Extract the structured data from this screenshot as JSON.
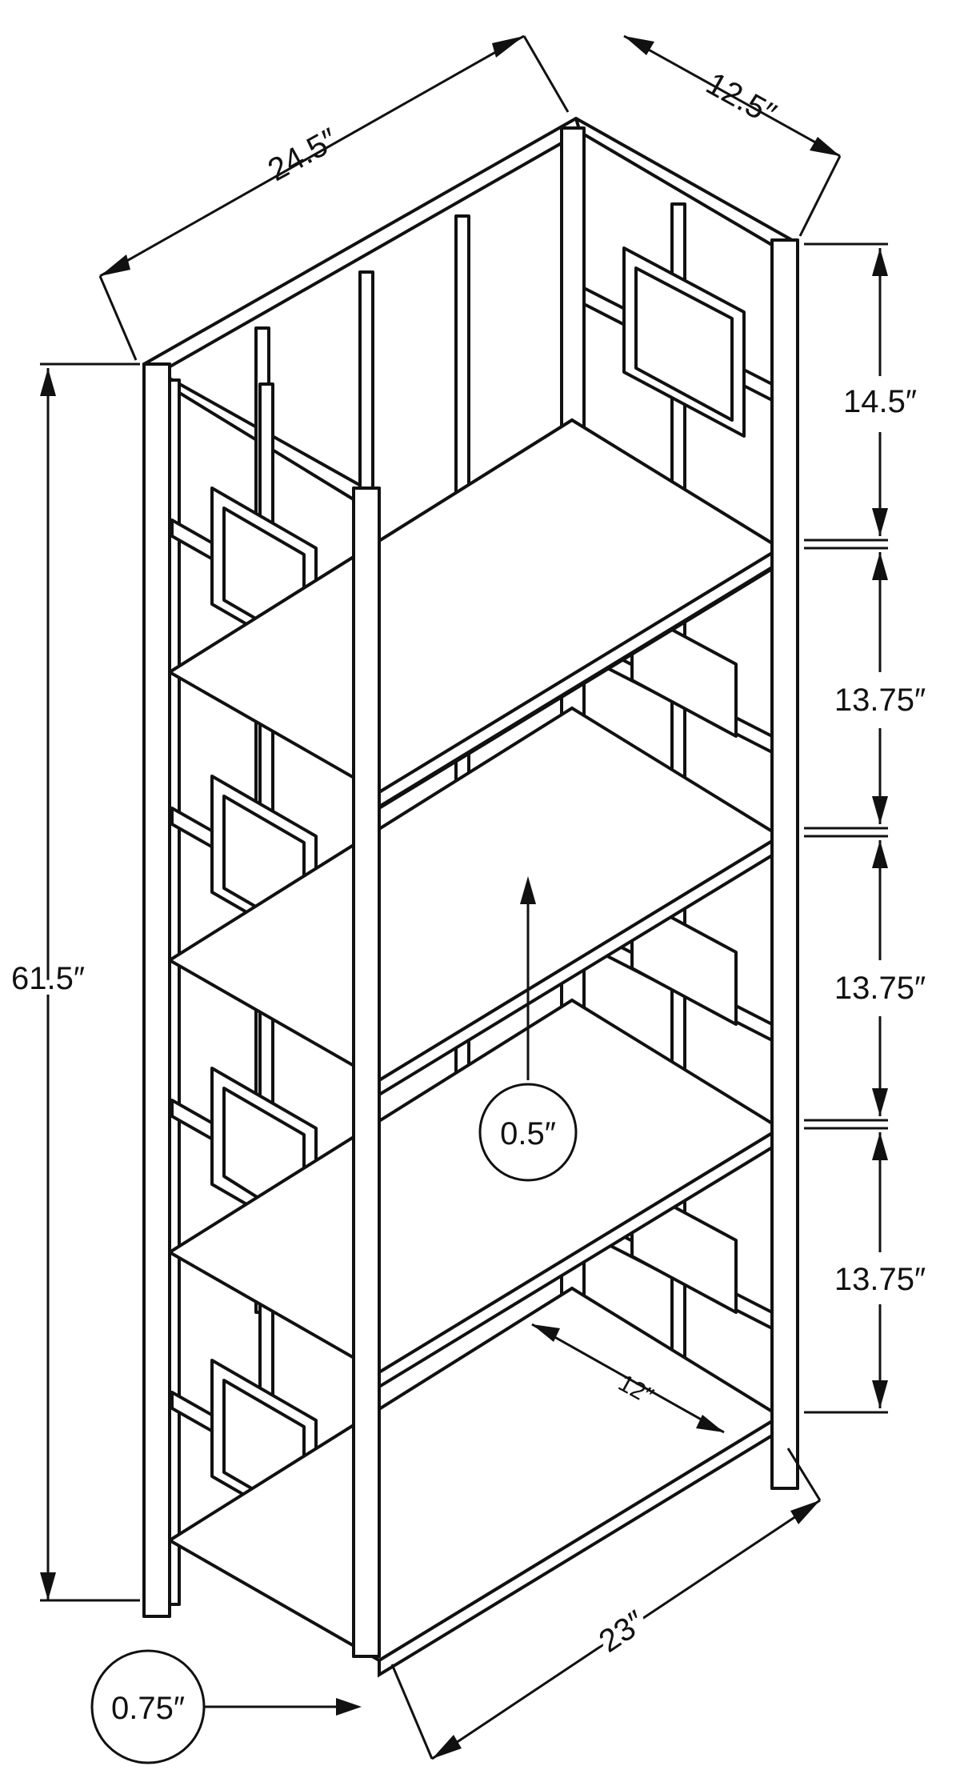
{
  "dimensions": {
    "top_width": "24.5″",
    "top_depth": "12.5″",
    "overall_height": "61.5″",
    "shelf_spacing_top": "14.5″",
    "shelf_spacing_2": "13.75″",
    "shelf_spacing_3": "13.75″",
    "shelf_spacing_4": "13.75″",
    "shelf_thickness": "0.5″",
    "shelf_depth": "12″",
    "base_width": "23″",
    "leg_thickness": "0.75″"
  },
  "colors": {
    "line": "#111111",
    "background": "#ffffff"
  }
}
